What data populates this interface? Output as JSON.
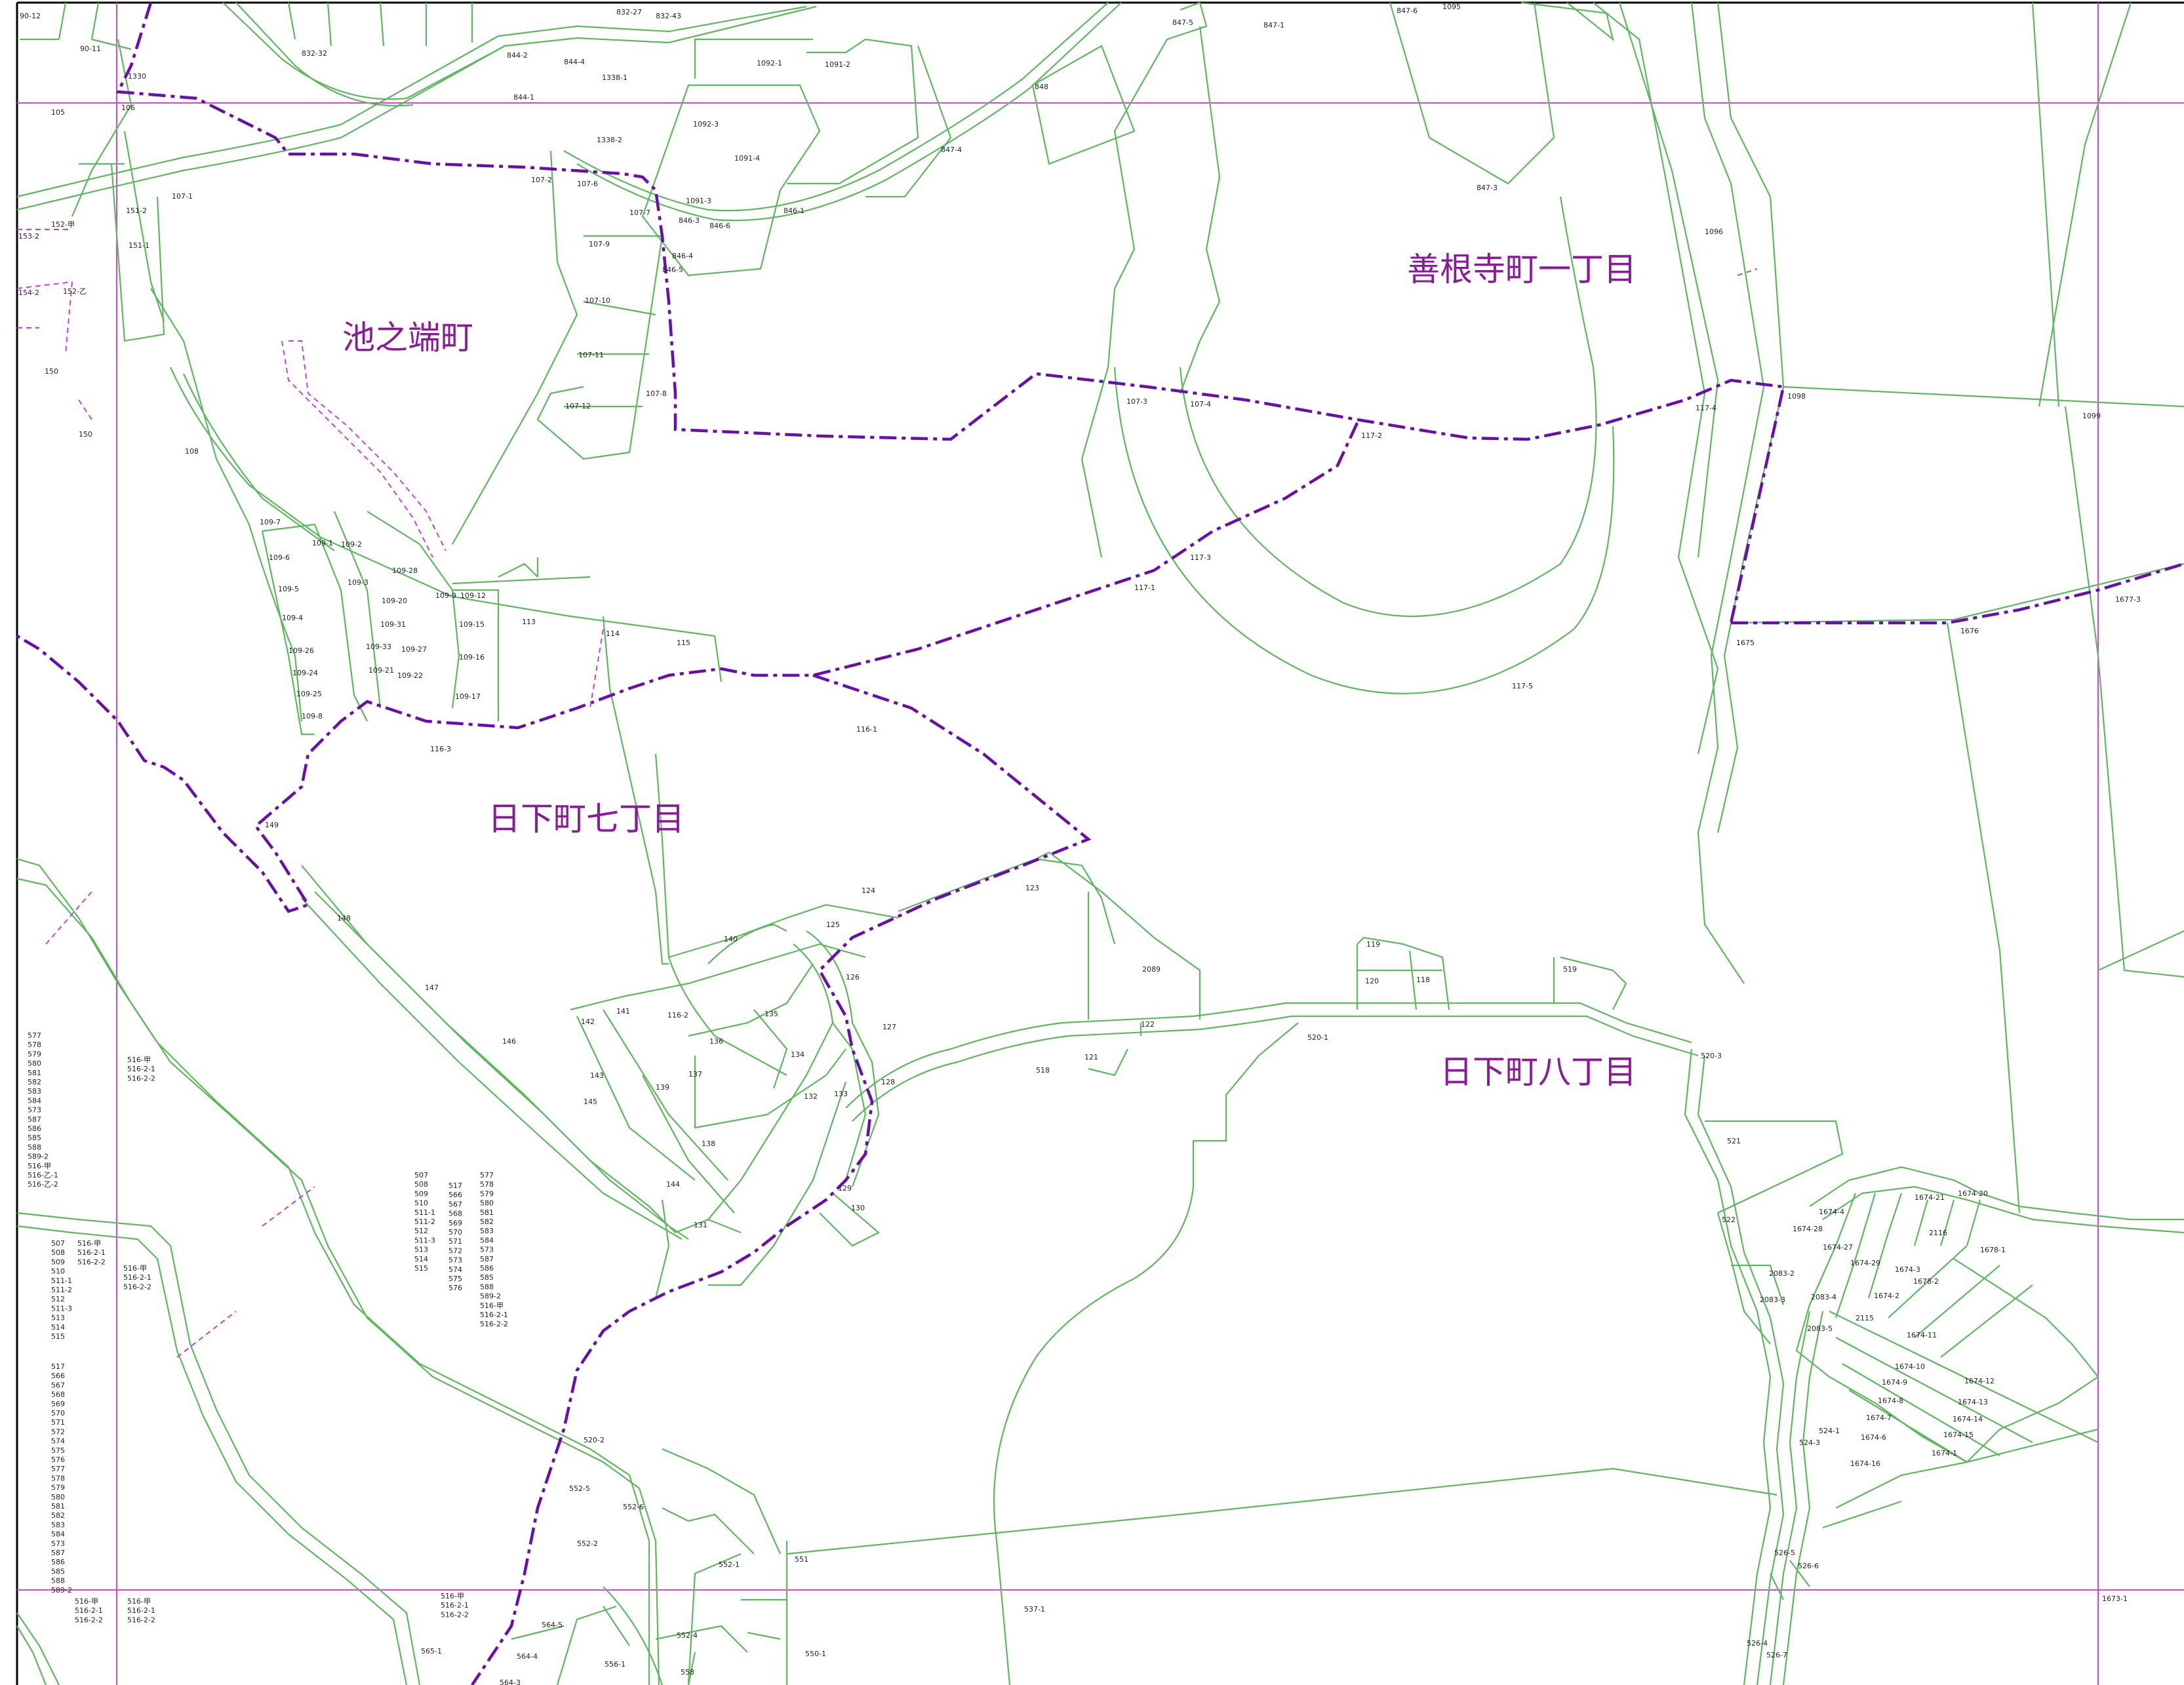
{
  "map": {
    "colors": {
      "parcel": "#5cb85c",
      "grid": "#e040e0",
      "boundary": "#6a0dad",
      "town_label": "#8b1a9b"
    },
    "towns": [
      {
        "id": "ikenohata",
        "label": "池之端町"
      },
      {
        "id": "zenkonji1",
        "label": "善根寺町一丁目"
      },
      {
        "id": "kusaka7",
        "label": "日下町七丁目"
      },
      {
        "id": "kusaka8",
        "label": "日下町八丁目"
      }
    ],
    "lots": [
      {
        "id": "l1",
        "label": "90-12"
      },
      {
        "id": "l2",
        "label": "90-11"
      },
      {
        "id": "l3",
        "label": "1330"
      },
      {
        "id": "l4",
        "label": "105"
      },
      {
        "id": "l5",
        "label": "106"
      },
      {
        "id": "l6",
        "label": "832-32"
      },
      {
        "id": "l7",
        "label": "832-27"
      },
      {
        "id": "l8",
        "label": "832-43"
      },
      {
        "id": "l9",
        "label": "844-2"
      },
      {
        "id": "l10",
        "label": "844-1"
      },
      {
        "id": "l11",
        "label": "844-4"
      },
      {
        "id": "l12",
        "label": "1338-1"
      },
      {
        "id": "l13",
        "label": "1338-2"
      },
      {
        "id": "l14",
        "label": "1092-3"
      },
      {
        "id": "l15",
        "label": "1092-1"
      },
      {
        "id": "l16",
        "label": "1091-2"
      },
      {
        "id": "l17",
        "label": "848"
      },
      {
        "id": "l18",
        "label": "847-5"
      },
      {
        "id": "l19",
        "label": "847-1"
      },
      {
        "id": "l20",
        "label": "847-6"
      },
      {
        "id": "l21",
        "label": "1095"
      },
      {
        "id": "l22",
        "label": "847-4"
      },
      {
        "id": "l23",
        "label": "847-3"
      },
      {
        "id": "l24",
        "label": "1091-4"
      },
      {
        "id": "l25",
        "label": "1091-3"
      },
      {
        "id": "l26",
        "label": "846-1"
      },
      {
        "id": "l27",
        "label": "846-3"
      },
      {
        "id": "l28",
        "label": "846-6"
      },
      {
        "id": "l29",
        "label": "846-4"
      },
      {
        "id": "l30",
        "label": "846-5"
      },
      {
        "id": "l31",
        "label": "107-1"
      },
      {
        "id": "l32",
        "label": "107-2"
      },
      {
        "id": "l33",
        "label": "107-6"
      },
      {
        "id": "l34",
        "label": "107-7"
      },
      {
        "id": "l35",
        "label": "107-9"
      },
      {
        "id": "l36",
        "label": "107-10"
      },
      {
        "id": "l37",
        "label": "107-11"
      },
      {
        "id": "l38",
        "label": "107-12"
      },
      {
        "id": "l39",
        "label": "107-8"
      },
      {
        "id": "l40",
        "label": "107-3"
      },
      {
        "id": "l41",
        "label": "107-4"
      },
      {
        "id": "l42",
        "label": "117-2"
      },
      {
        "id": "l43",
        "label": "117-3"
      },
      {
        "id": "l44",
        "label": "117-1"
      },
      {
        "id": "l45",
        "label": "117-4"
      },
      {
        "id": "l46",
        "label": "117-5"
      },
      {
        "id": "l47",
        "label": "1096"
      },
      {
        "id": "l48",
        "label": "1098"
      },
      {
        "id": "l49",
        "label": "1099"
      },
      {
        "id": "l50",
        "label": "1675"
      },
      {
        "id": "l51",
        "label": "1676"
      },
      {
        "id": "l52",
        "label": "1677-3"
      },
      {
        "id": "l53",
        "label": "151-2"
      },
      {
        "id": "l54",
        "label": "151-1"
      },
      {
        "id": "l55",
        "label": "152-甲"
      },
      {
        "id": "l56",
        "label": "152-乙"
      },
      {
        "id": "l57",
        "label": "153-2"
      },
      {
        "id": "l58",
        "label": "154-2"
      },
      {
        "id": "l59",
        "label": "150"
      },
      {
        "id": "l60",
        "label": "150"
      },
      {
        "id": "l61",
        "label": "108"
      },
      {
        "id": "l62",
        "label": "109-7"
      },
      {
        "id": "l63",
        "label": "109-6"
      },
      {
        "id": "l64",
        "label": "109-5"
      },
      {
        "id": "l65",
        "label": "109-4"
      },
      {
        "id": "l66",
        "label": "109-26"
      },
      {
        "id": "l67",
        "label": "109-24"
      },
      {
        "id": "l68",
        "label": "109-25"
      },
      {
        "id": "l69",
        "label": "109-8"
      },
      {
        "id": "l70",
        "label": "109-1"
      },
      {
        "id": "l71",
        "label": "109-2"
      },
      {
        "id": "l72",
        "label": "109-3"
      },
      {
        "id": "l73",
        "label": "109-28"
      },
      {
        "id": "l74",
        "label": "109-20"
      },
      {
        "id": "l75",
        "label": "109-31"
      },
      {
        "id": "l76",
        "label": "109-33"
      },
      {
        "id": "l77",
        "label": "109-27"
      },
      {
        "id": "l78",
        "label": "109-21"
      },
      {
        "id": "l79",
        "label": "109-22"
      },
      {
        "id": "l80",
        "label": "109-9"
      },
      {
        "id": "l81",
        "label": "109-12"
      },
      {
        "id": "l82",
        "label": "109-15"
      },
      {
        "id": "l83",
        "label": "109-16"
      },
      {
        "id": "l84",
        "label": "109-17"
      },
      {
        "id": "l85",
        "label": "113"
      },
      {
        "id": "l86",
        "label": "114"
      },
      {
        "id": "l87",
        "label": "115"
      },
      {
        "id": "l88",
        "label": "116-3"
      },
      {
        "id": "l89",
        "label": "116-1"
      },
      {
        "id": "l90",
        "label": "149"
      },
      {
        "id": "l91",
        "label": "148"
      },
      {
        "id": "l92",
        "label": "147"
      },
      {
        "id": "l93",
        "label": "146"
      },
      {
        "id": "l94",
        "label": "143"
      },
      {
        "id": "l95",
        "label": "145"
      },
      {
        "id": "l96",
        "label": "142"
      },
      {
        "id": "l97",
        "label": "141"
      },
      {
        "id": "l98",
        "label": "116-2"
      },
      {
        "id": "l99",
        "label": "140"
      },
      {
        "id": "l100",
        "label": "125"
      },
      {
        "id": "l101",
        "label": "124"
      },
      {
        "id": "l102",
        "label": "123"
      },
      {
        "id": "l103",
        "label": "126"
      },
      {
        "id": "l104",
        "label": "127"
      },
      {
        "id": "l105",
        "label": "135"
      },
      {
        "id": "l106",
        "label": "136"
      },
      {
        "id": "l107",
        "label": "134"
      },
      {
        "id": "l108",
        "label": "137"
      },
      {
        "id": "l109",
        "label": "139"
      },
      {
        "id": "l110",
        "label": "138"
      },
      {
        "id": "l111",
        "label": "132"
      },
      {
        "id": "l112",
        "label": "133"
      },
      {
        "id": "l113",
        "label": "128"
      },
      {
        "id": "l114",
        "label": "129"
      },
      {
        "id": "l115",
        "label": "130"
      },
      {
        "id": "l116",
        "label": "144"
      },
      {
        "id": "l117",
        "label": "131"
      },
      {
        "id": "l118",
        "label": "2089"
      },
      {
        "id": "l119",
        "label": "122"
      },
      {
        "id": "l120",
        "label": "121"
      },
      {
        "id": "l121",
        "label": "518"
      },
      {
        "id": "l122",
        "label": "119"
      },
      {
        "id": "l123",
        "label": "120"
      },
      {
        "id": "l124",
        "label": "118"
      },
      {
        "id": "l125",
        "label": "519"
      },
      {
        "id": "l126",
        "label": "520-1"
      },
      {
        "id": "l127",
        "label": "520-3"
      },
      {
        "id": "l128",
        "label": "521"
      },
      {
        "id": "l129",
        "label": "522"
      },
      {
        "id": "l130",
        "label": "1674-21"
      },
      {
        "id": "l131",
        "label": "1674-20"
      },
      {
        "id": "l132",
        "label": "1674-4"
      },
      {
        "id": "l133",
        "label": "1674-28"
      },
      {
        "id": "l134",
        "label": "1674-27"
      },
      {
        "id": "l135",
        "label": "1674-29"
      },
      {
        "id": "l136",
        "label": "2116"
      },
      {
        "id": "l137",
        "label": "1678-1"
      },
      {
        "id": "l138",
        "label": "1674-3"
      },
      {
        "id": "l139",
        "label": "1678-2"
      },
      {
        "id": "l140",
        "label": "2083-2"
      },
      {
        "id": "l141",
        "label": "2083-3"
      },
      {
        "id": "l142",
        "label": "2083-4"
      },
      {
        "id": "l143",
        "label": "2083-5"
      },
      {
        "id": "l144",
        "label": "2115"
      },
      {
        "id": "l145",
        "label": "1674-2"
      },
      {
        "id": "l146",
        "label": "1674-11"
      },
      {
        "id": "l147",
        "label": "1674-10"
      },
      {
        "id": "l148",
        "label": "1674-12"
      },
      {
        "id": "l149",
        "label": "1674-9"
      },
      {
        "id": "l150",
        "label": "1674-13"
      },
      {
        "id": "l151",
        "label": "1674-8"
      },
      {
        "id": "l152",
        "label": "1674-14"
      },
      {
        "id": "l153",
        "label": "1674-7"
      },
      {
        "id": "l154",
        "label": "1674-15"
      },
      {
        "id": "l155",
        "label": "1674-6"
      },
      {
        "id": "l156",
        "label": "1674-1"
      },
      {
        "id": "l157",
        "label": "1674-16"
      },
      {
        "id": "l158",
        "label": "524-1"
      },
      {
        "id": "l159",
        "label": "524-3"
      },
      {
        "id": "l160",
        "label": "526-5"
      },
      {
        "id": "l161",
        "label": "526-6"
      },
      {
        "id": "l162",
        "label": "526-4"
      },
      {
        "id": "l163",
        "label": "526-7"
      },
      {
        "id": "l164",
        "label": "537-1"
      },
      {
        "id": "l165",
        "label": "1673-1"
      },
      {
        "id": "l166",
        "label": "520-2"
      },
      {
        "id": "l167",
        "label": "552-5"
      },
      {
        "id": "l168",
        "label": "552-6"
      },
      {
        "id": "l169",
        "label": "552-2"
      },
      {
        "id": "l170",
        "label": "552-1"
      },
      {
        "id": "l171",
        "label": "551"
      },
      {
        "id": "l172",
        "label": "564-5"
      },
      {
        "id": "l173",
        "label": "564-4"
      },
      {
        "id": "l174",
        "label": "564-3"
      },
      {
        "id": "l175",
        "label": "556-1"
      },
      {
        "id": "l176",
        "label": "552-4"
      },
      {
        "id": "l177",
        "label": "558"
      },
      {
        "id": "l178",
        "label": "550-1"
      },
      {
        "id": "l179",
        "label": "565-1"
      }
    ],
    "lists": [
      {
        "id": "list1",
        "lines": [
          "577",
          "578",
          "579",
          "580",
          "581",
          "582",
          "583",
          "584",
          "573",
          "587",
          "586",
          "585",
          "588",
          "589-2",
          "516-甲",
          "516-乙-1",
          "516-乙-2"
        ]
      },
      {
        "id": "list2",
        "lines": [
          "516-甲",
          "516-2-1",
          "516-2-2"
        ]
      },
      {
        "id": "list3",
        "lines": [
          "507",
          "508",
          "509",
          "510",
          "511-1",
          "511-2",
          "512",
          "511-3",
          "513",
          "514",
          "515"
        ]
      },
      {
        "id": "list4",
        "lines": [
          "516-甲",
          "516-2-1",
          "516-2-2"
        ]
      },
      {
        "id": "list5",
        "lines": [
          "516-甲",
          "516-2-1",
          "516-2-2"
        ]
      },
      {
        "id": "list6",
        "lines": [
          "517",
          "566",
          "567",
          "568",
          "569",
          "570",
          "571",
          "572",
          "574",
          "575",
          "576",
          "577",
          "578",
          "579",
          "580",
          "581",
          "582",
          "583",
          "584",
          "573",
          "587",
          "586",
          "585",
          "588",
          "589-2"
        ]
      },
      {
        "id": "list7",
        "lines": [
          "507",
          "508",
          "509",
          "510",
          "511-1",
          "511-2",
          "512",
          "511-3",
          "513",
          "514",
          "515"
        ]
      },
      {
        "id": "list8",
        "lines": [
          "517",
          "566",
          "567",
          "568",
          "569",
          "570",
          "571",
          "572",
          "573",
          "574",
          "575",
          "576"
        ]
      },
      {
        "id": "list9",
        "lines": [
          "577",
          "578",
          "579",
          "580",
          "581",
          "582",
          "583",
          "584",
          "573",
          "587",
          "586",
          "585",
          "588",
          "589-2",
          "516-甲",
          "516-2-1",
          "516-2-2"
        ]
      },
      {
        "id": "list10",
        "lines": [
          "516-甲",
          "516-2-1",
          "516-2-2"
        ]
      },
      {
        "id": "list11",
        "lines": [
          "516-甲",
          "516-2-1",
          "516-2-2"
        ]
      },
      {
        "id": "list12",
        "lines": [
          "516-甲",
          "516-2-1",
          "516-2-2"
        ]
      }
    ]
  }
}
